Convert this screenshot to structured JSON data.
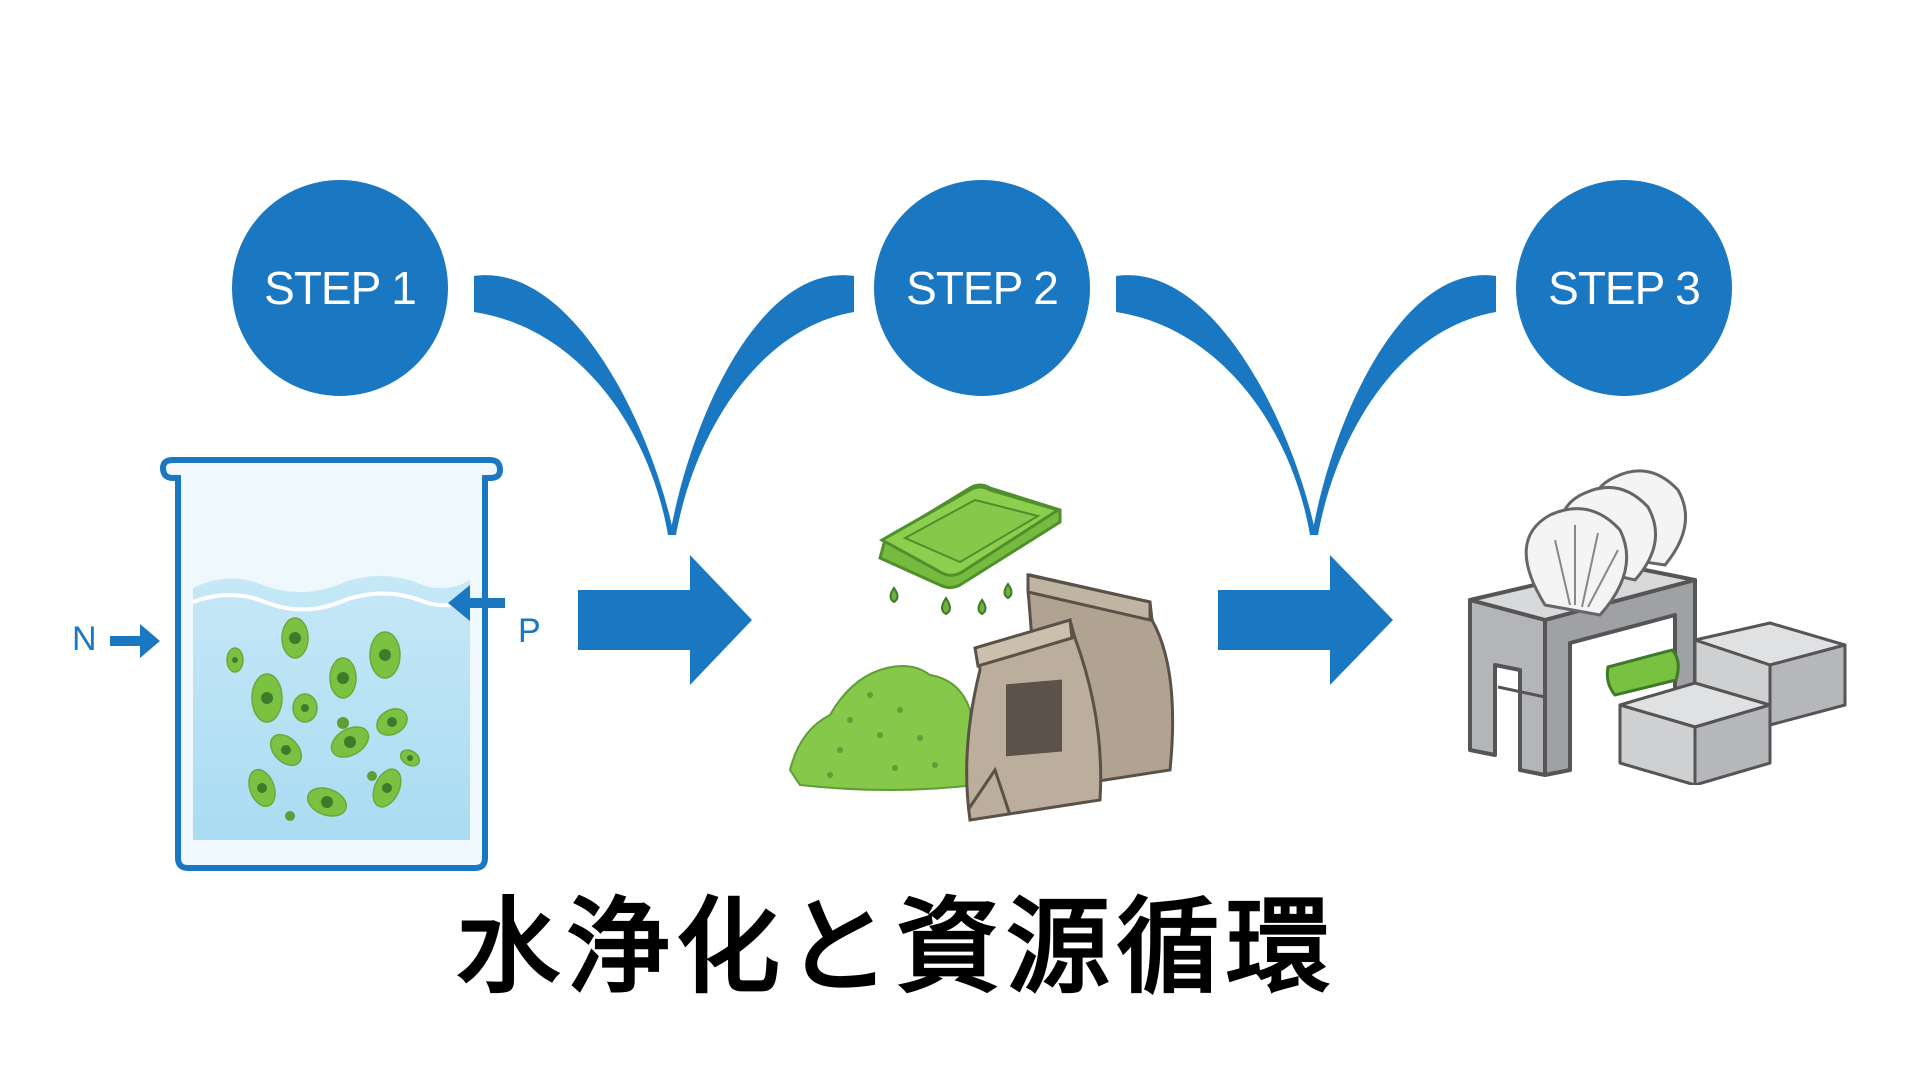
{
  "title": "水浄化と資源循環",
  "colors": {
    "primary_blue": "#1a78c2",
    "water": "#b6e0f4",
    "algae_green": "#7cc242",
    "algae_dark": "#3f7a2a",
    "bag_brown": "#a89b8a",
    "concrete_gray": "#c9cbce",
    "shell_white": "#f4f4f4"
  },
  "steps": [
    {
      "label": "STEP 1",
      "illustration": "beaker-with-algae"
    },
    {
      "label": "STEP 2",
      "illustration": "algae-powder-and-fertilizer-bags"
    },
    {
      "label": "STEP 3",
      "illustration": "shell-press-and-concrete-blocks"
    }
  ],
  "inputs": {
    "nitrogen_label": "N",
    "phosphorus_label": "P"
  }
}
